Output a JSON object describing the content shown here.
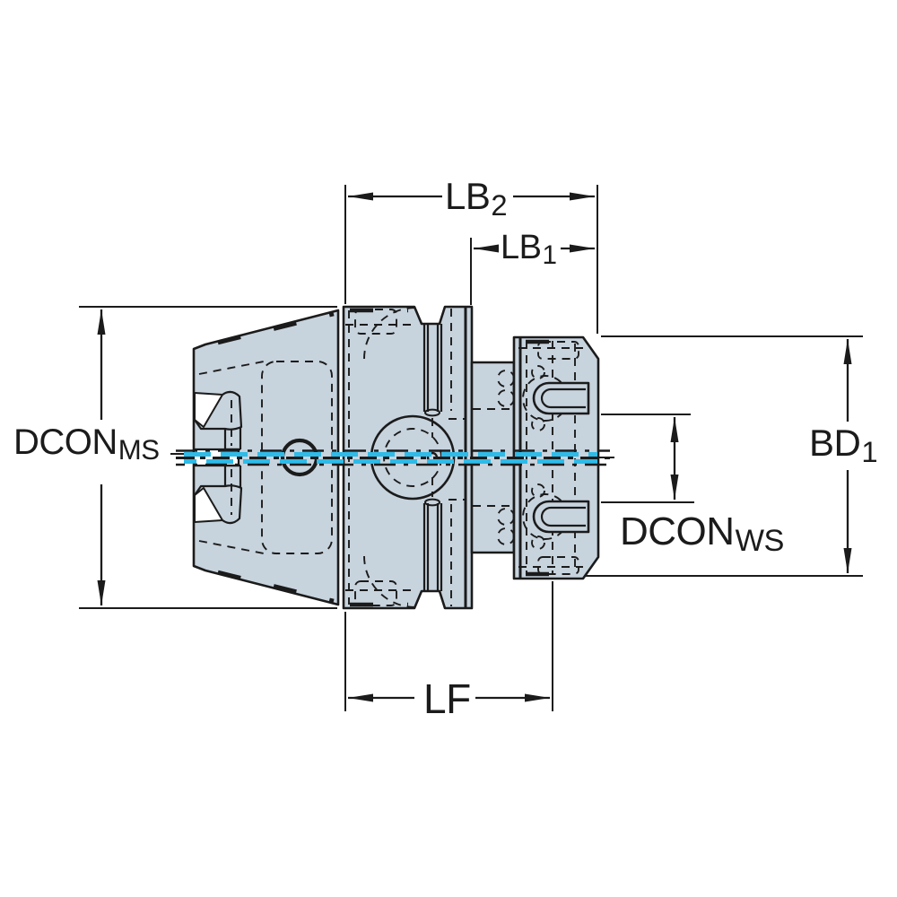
{
  "drawing": {
    "dimensions": {
      "lb2": {
        "main": "LB",
        "sub": "2"
      },
      "lb1": {
        "main": "LB",
        "sub": "1"
      },
      "dcon_ms": {
        "main": "DCON",
        "sub": "MS"
      },
      "bd1": {
        "main": "BD",
        "sub": "1"
      },
      "dcon_ws": {
        "main": "DCON",
        "sub": "WS"
      },
      "lf": {
        "main": "LF",
        "sub": ""
      }
    },
    "colors": {
      "body_fill": "#c7d3dd",
      "outline": "#1b1b1b",
      "centerline": "#2fbbe8",
      "background": "#ffffff"
    }
  }
}
